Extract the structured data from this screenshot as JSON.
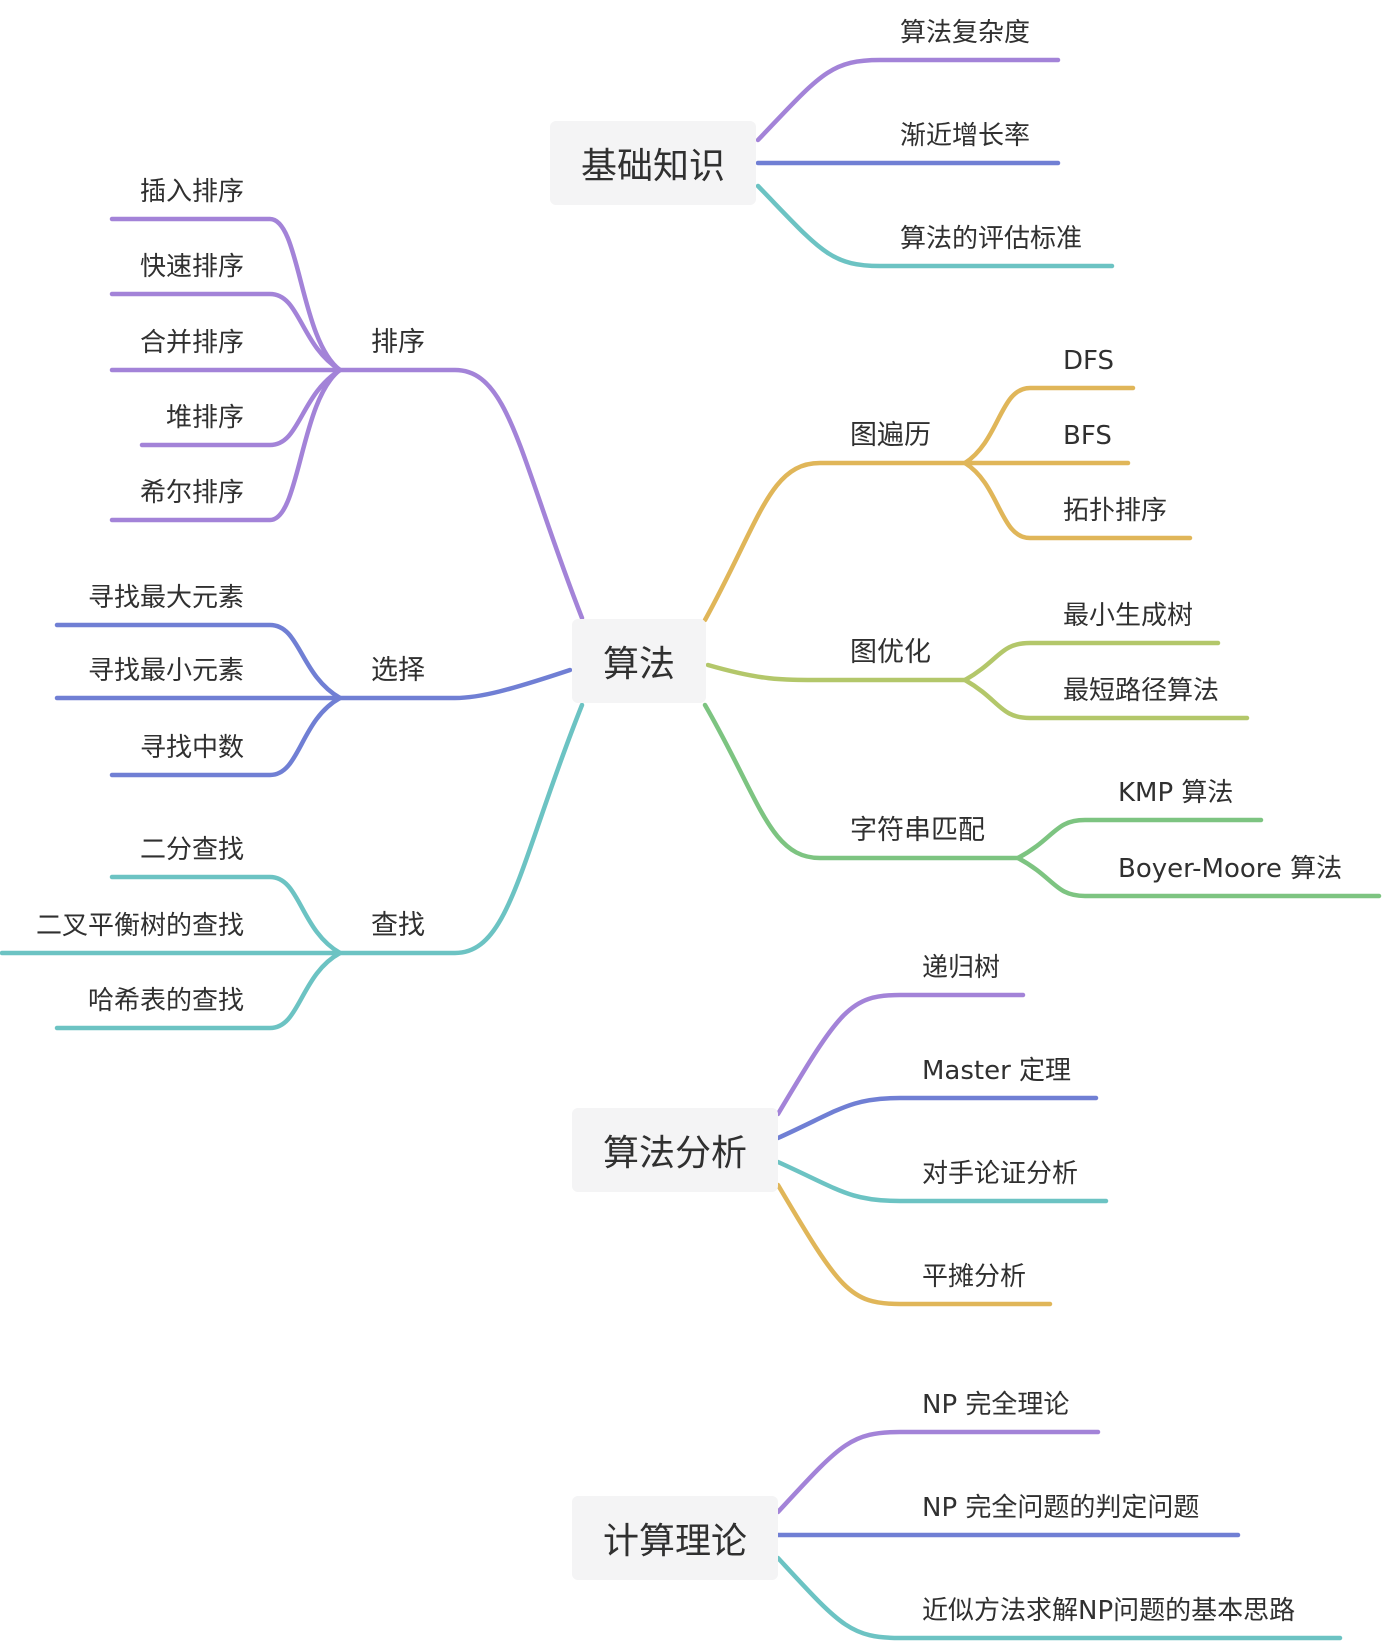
{
  "colors": {
    "purple": "#a383d8",
    "indigo": "#707fd4",
    "teal": "#6cc3c3",
    "gold": "#e0b659",
    "olive": "#b3c76a",
    "green": "#7dc481"
  },
  "roots": {
    "basics": "基础知识",
    "algorithms": "算法",
    "analysis": "算法分析",
    "theory": "计算理论"
  },
  "basics": {
    "complexity": "算法复杂度",
    "growth": "渐近增长率",
    "evaluation": "算法的评估标准"
  },
  "sorting": {
    "label": "排序",
    "items": [
      "插入排序",
      "快速排序",
      "合并排序",
      "堆排序",
      "希尔排序"
    ]
  },
  "selection": {
    "label": "选择",
    "items": [
      "寻找最大元素",
      "寻找最小元素",
      "寻找中数"
    ]
  },
  "search": {
    "label": "查找",
    "items": [
      "二分查找",
      "二叉平衡树的查找",
      "哈希表的查找"
    ]
  },
  "graph_traversal": {
    "label": "图遍历",
    "items": [
      "DFS",
      "BFS",
      "拓扑排序"
    ]
  },
  "graph_optimization": {
    "label": "图优化",
    "items": [
      "最小生成树",
      "最短路径算法"
    ]
  },
  "string_matching": {
    "label": "字符串匹配",
    "items": [
      "KMP 算法",
      "Boyer-Moore 算法"
    ]
  },
  "analysis": {
    "items": [
      "递归树",
      "Master 定理",
      "对手论证分析",
      "平摊分析"
    ]
  },
  "theory": {
    "items": [
      "NP 完全理论",
      "NP 完全问题的判定问题",
      "近似方法求解NP问题的基本思路"
    ]
  }
}
